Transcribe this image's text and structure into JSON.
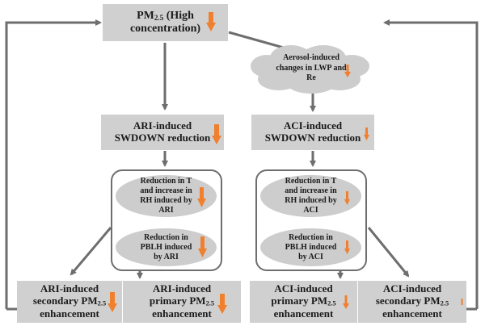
{
  "diagram": {
    "top": {
      "main": "PM",
      "sub": "2.5",
      "rest": " (High",
      "line2": "concentration)",
      "indicator": "decrease-arrow"
    },
    "cloud": {
      "line1": "Aerosol-induced",
      "line2": "changes in LWP and",
      "line3": "Re",
      "indicator": "decrease-arrow-small"
    },
    "ari_swdown": {
      "line1": "ARI-induced",
      "line2": "SWDOWN reduction",
      "indicator": "decrease-arrow"
    },
    "aci_swdown": {
      "line1": "ACI-induced",
      "line2": "SWDOWN reduction",
      "indicator": "decrease-arrow-small"
    },
    "ari_t_rh": {
      "line1": "Reduction in T",
      "line2": "and  increase in",
      "line3": "RH induced by",
      "line4": "ARI"
    },
    "ari_pblh": {
      "line1": "Reduction in",
      "line2": "PBLH induced",
      "line3": "by ARI"
    },
    "aci_t_rh": {
      "line1": "Reduction in T",
      "line2": "and  increase in",
      "line3": "RH induced by",
      "line4": "ACI"
    },
    "aci_pblh": {
      "line1": "Reduction in",
      "line2": "PBLH induced",
      "line3": "by ACI"
    },
    "ari_secondary": {
      "line1": "ARI-induced",
      "line2a": "secondary PM",
      "sub": "2.5",
      "line3": "enhancement"
    },
    "ari_primary": {
      "line1": "ARI-induced",
      "line2a": "primary PM",
      "sub": "2.5",
      "line3": "enhancement"
    },
    "aci_primary": {
      "line1": "ACI-induced",
      "line2a": "primary PM",
      "sub": "2.5",
      "line3": "enhancement"
    },
    "aci_secondary": {
      "line1": "ACI-induced",
      "line2a": "secondary PM",
      "sub": "2.5",
      "line3": "enhancement"
    }
  },
  "colors": {
    "box": "#d0d0d0",
    "arrow": "#6e6e6e",
    "indicator": "#f07f2e"
  }
}
